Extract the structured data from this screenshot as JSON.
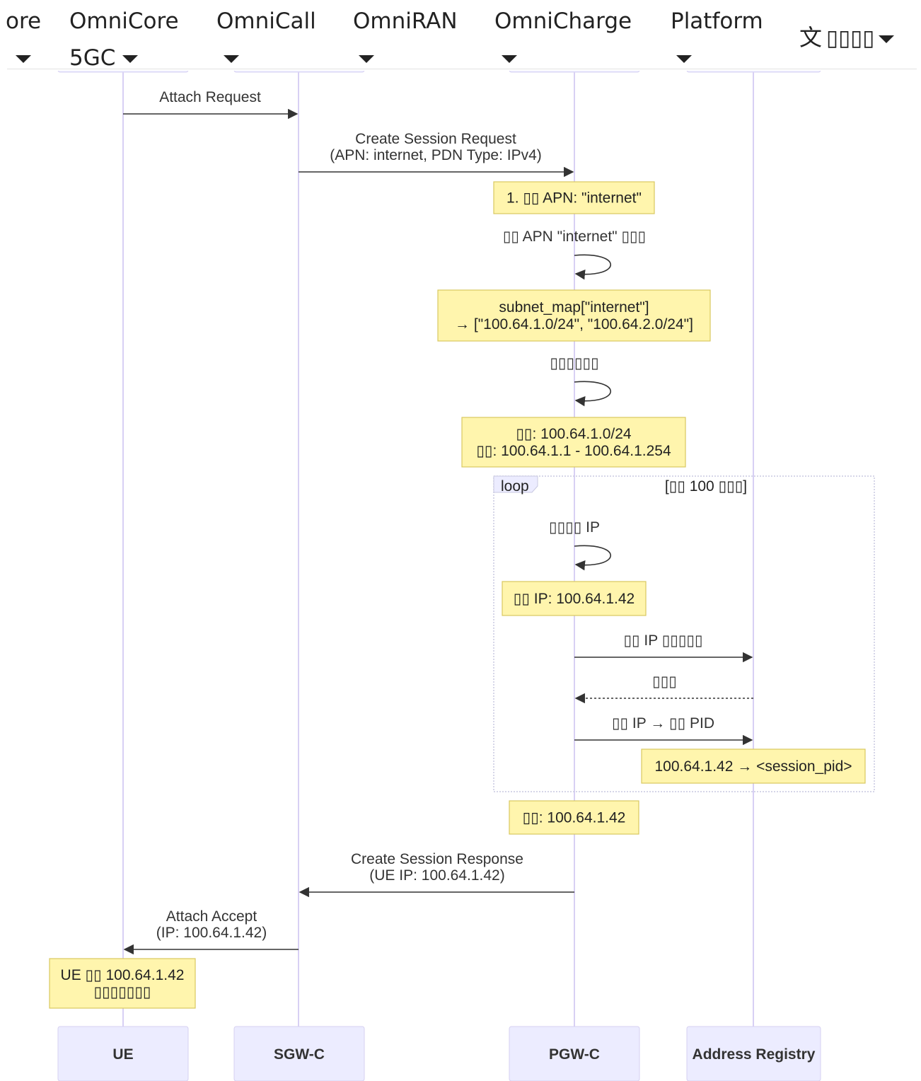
{
  "nav": {
    "items": [
      {
        "line1": "ore",
        "line2": ""
      },
      {
        "line1": "OmniCore",
        "line2": "5GC"
      },
      {
        "line1": "OmniCall",
        "line2": ""
      },
      {
        "line1": "OmniRAN",
        "line2": ""
      },
      {
        "line1": "OmniCharge",
        "line2": ""
      },
      {
        "line1": "Platform",
        "line2": ""
      }
    ],
    "language_icon": "translate-icon",
    "language_label": "▯▯▯▯"
  },
  "diagram": {
    "actors": [
      "UE",
      "SGW-C",
      "PGW-C",
      "Address Registry"
    ],
    "messages": [
      {
        "lines": [
          "Attach Request"
        ]
      },
      {
        "lines": [
          "Create Session Request",
          "(APN: internet, PDN Type: IPv4)"
        ]
      },
      {
        "lines": [
          "▯▯ APN \"internet\" ▯▯▯"
        ]
      },
      {
        "lines": [
          "▯▯▯▯▯▯"
        ]
      },
      {
        "lines": [
          "▯▯▯▯ IP"
        ]
      },
      {
        "lines": [
          "▯▯ IP ▯▯▯▯▯"
        ]
      },
      {
        "lines": [
          "▯▯▯"
        ]
      },
      {
        "lines": [
          "▯▯ IP → ▯▯ PID"
        ]
      },
      {
        "lines": [
          "Create Session Response",
          "(UE IP: 100.64.1.42)"
        ]
      },
      {
        "lines": [
          "Attach Accept",
          "(IP: 100.64.1.42)"
        ]
      }
    ],
    "notes": [
      {
        "lines": [
          "1. ▯▯ APN: \"internet\""
        ]
      },
      {
        "lines": [
          "subnet_map[\"internet\"]",
          "→ [\"100.64.1.0/24\", \"100.64.2.0/24\"]"
        ]
      },
      {
        "lines": [
          "▯▯: 100.64.1.0/24",
          "▯▯: 100.64.1.1 - 100.64.1.254"
        ]
      },
      {
        "lines": [
          "▯▯ IP: 100.64.1.42"
        ]
      },
      {
        "lines": [
          "100.64.1.42 → <session_pid>"
        ]
      },
      {
        "lines": [
          "▯▯: 100.64.1.42"
        ]
      },
      {
        "lines": [
          "UE ▯▯ 100.64.1.42",
          "▯▯▯▯▯▯▯"
        ]
      }
    ],
    "loop": {
      "keyword": "loop",
      "condition": "[▯▯ 100 ▯▯▯]"
    },
    "colors": {
      "actor_fill": "#ececff",
      "lifeline": "#d8d0f4",
      "note_fill": "#fff5ad",
      "note_border": "#d8c860",
      "arrow": "#333333",
      "loop_border": "#c8c8e0"
    }
  }
}
